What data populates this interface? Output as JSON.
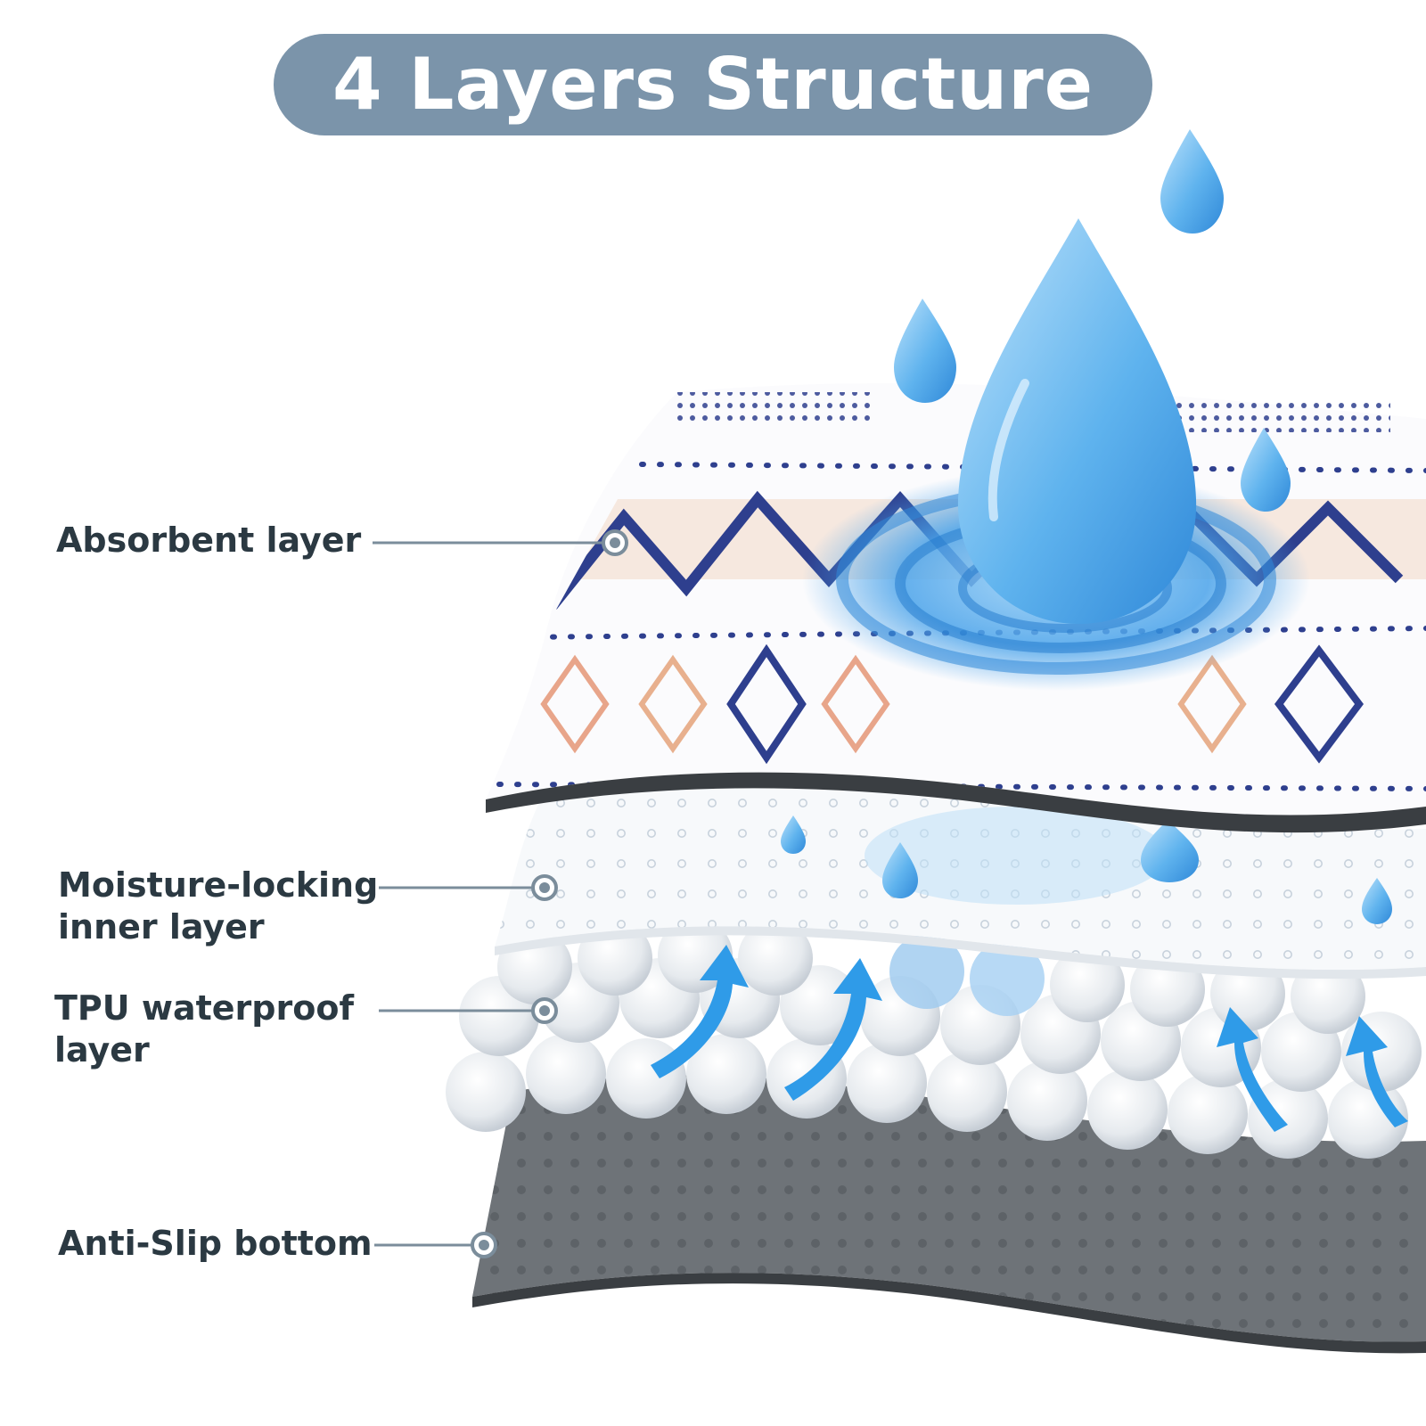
{
  "title": "4 Layers Structure",
  "layers": [
    {
      "lines": [
        "Absorbent layer"
      ]
    },
    {
      "lines": [
        "Moisture-locking",
        "inner layer"
      ]
    },
    {
      "lines": [
        "TPU waterproof",
        "layer"
      ]
    },
    {
      "lines": [
        "Anti-Slip bottom"
      ]
    }
  ],
  "colors": {
    "title_pill": "#7b94aa",
    "label_text": "#2b3942",
    "water_blue": "#4aa3ea",
    "pattern_navy": "#2e3f8e",
    "pattern_peach": "#e8b08e",
    "bottom_gray": "#6e7378"
  }
}
